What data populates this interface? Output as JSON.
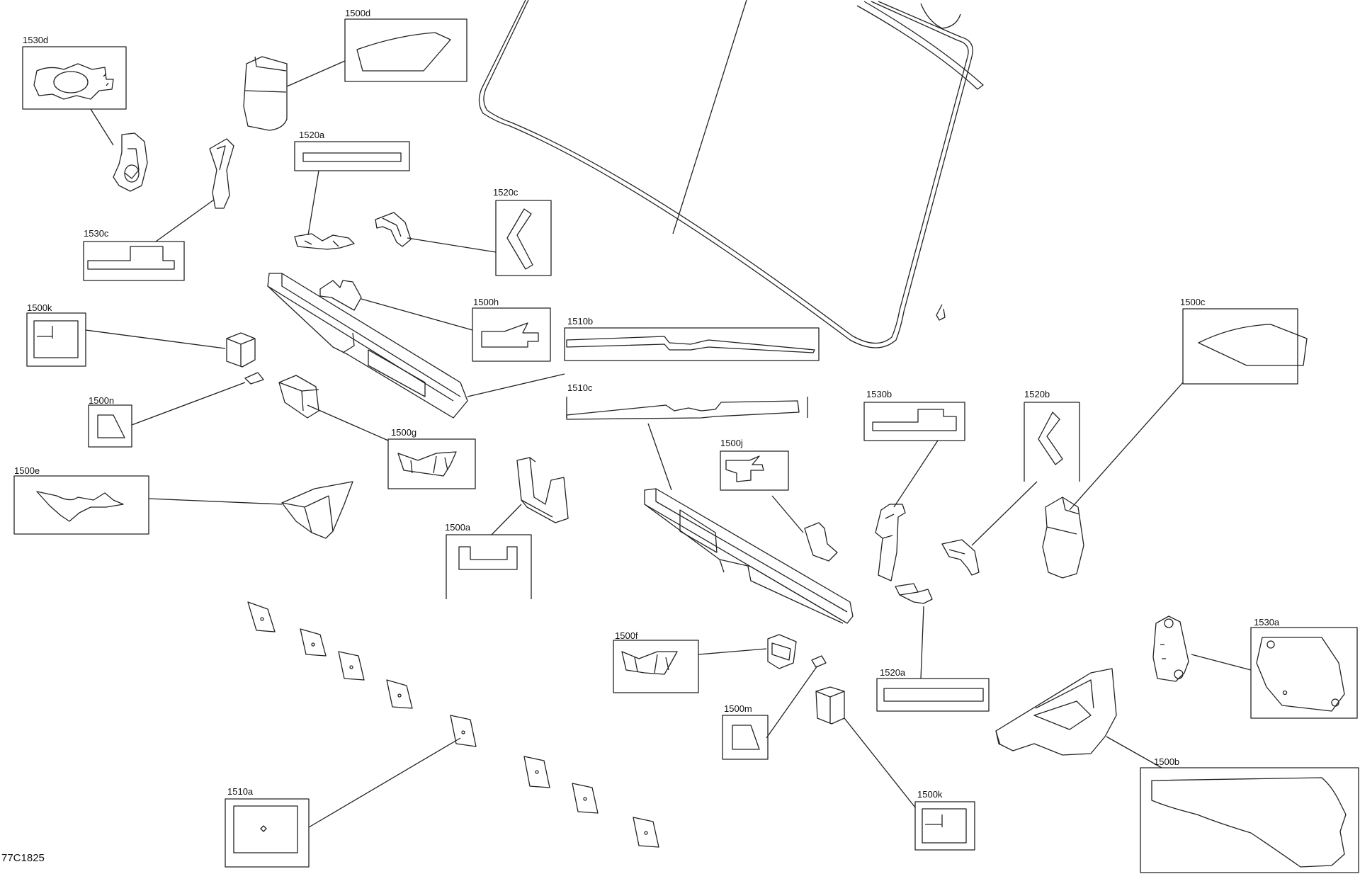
{
  "drawing_code": "77C1825",
  "callouts": [
    {
      "id": "1530d",
      "label": "1530d"
    },
    {
      "id": "1500d",
      "label": "1500d"
    },
    {
      "id": "1520a_top",
      "label": "1520a"
    },
    {
      "id": "1520c",
      "label": "1520c"
    },
    {
      "id": "1530c",
      "label": "1530c"
    },
    {
      "id": "1500k_left",
      "label": "1500k"
    },
    {
      "id": "1500h",
      "label": "1500h"
    },
    {
      "id": "1510b",
      "label": "1510b"
    },
    {
      "id": "1510c",
      "label": "1510c"
    },
    {
      "id": "1500c",
      "label": "1500c"
    },
    {
      "id": "1500n",
      "label": "1500n"
    },
    {
      "id": "1500g",
      "label": "1500g"
    },
    {
      "id": "1530b",
      "label": "1530b"
    },
    {
      "id": "1520b",
      "label": "1520b"
    },
    {
      "id": "1500j",
      "label": "1500j"
    },
    {
      "id": "1500e",
      "label": "1500e"
    },
    {
      "id": "1500a",
      "label": "1500a"
    },
    {
      "id": "1500f",
      "label": "1500f"
    },
    {
      "id": "1530a",
      "label": "1530a"
    },
    {
      "id": "1520a_bottom",
      "label": "1520a"
    },
    {
      "id": "1500m",
      "label": "1500m"
    },
    {
      "id": "1500b",
      "label": "1500b"
    },
    {
      "id": "1500k_bottom",
      "label": "1500k"
    },
    {
      "id": "1510a",
      "label": "1510a"
    }
  ]
}
